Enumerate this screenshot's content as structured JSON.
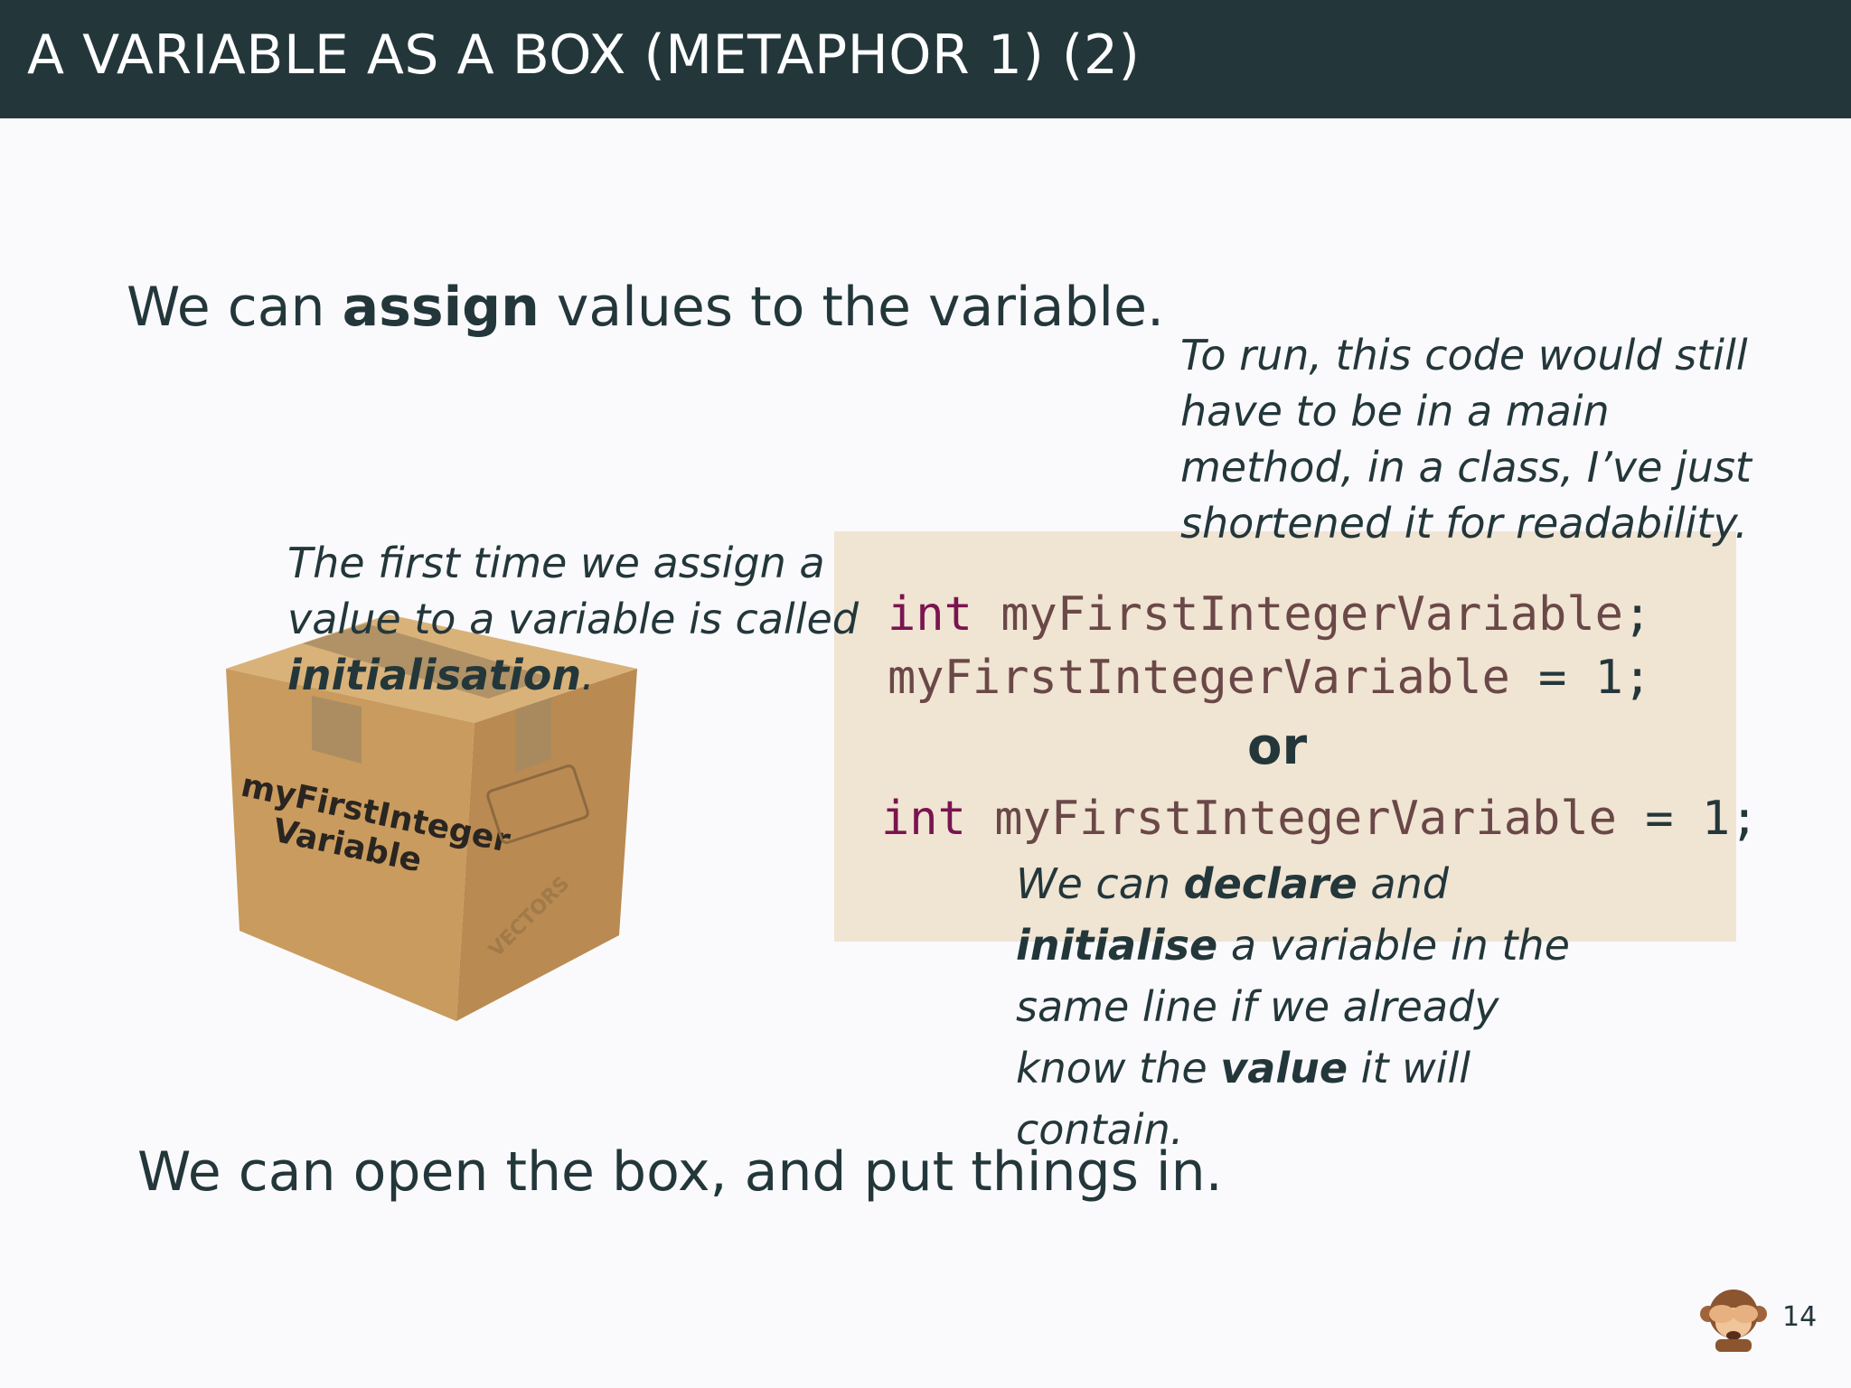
{
  "header": {
    "title": "A VARIABLE AS A BOX (METAPHOR 1) (2)"
  },
  "intro": {
    "before": "We can ",
    "bold": "assign",
    "after": " values to the variable."
  },
  "code": {
    "line1": {
      "keyword": "int",
      "identifier": "myFirstIntegerVariable",
      "suffix": ";"
    },
    "line2": {
      "identifier": "myFirstIntegerVariable",
      "suffix": " = 1;"
    },
    "or_label": "or",
    "line3": {
      "keyword": "int",
      "identifier": "myFirstIntegerVariable",
      "suffix": " = 1;"
    }
  },
  "notes": {
    "run_note": "To run, this code would still have to be in a main method, in a class, I’ve just shortened it for readability.",
    "init_note": {
      "text": "The first time we assign a value to a variable is called ",
      "bold": "initialisation",
      "end": "."
    },
    "declare_note": {
      "p1": "We can ",
      "b1": "declare",
      "p2": " and ",
      "b2": "initialise",
      "p3": " a variable in the same line if we already know the ",
      "b3": "value",
      "p4": " it will contain."
    }
  },
  "box_image": {
    "label_line1": "myFirstInteger",
    "label_line2": "Variable",
    "stamp_text": "VECTORS"
  },
  "outro": {
    "text": "We can open the box, and put things in."
  },
  "footer": {
    "slide_number": "14",
    "icon": "see-no-evil-monkey-icon"
  },
  "colors": {
    "header_bg": "#23373b",
    "code_bg": "#efe2cf",
    "keyword": "#7a1450",
    "identifier": "#6b4848"
  }
}
